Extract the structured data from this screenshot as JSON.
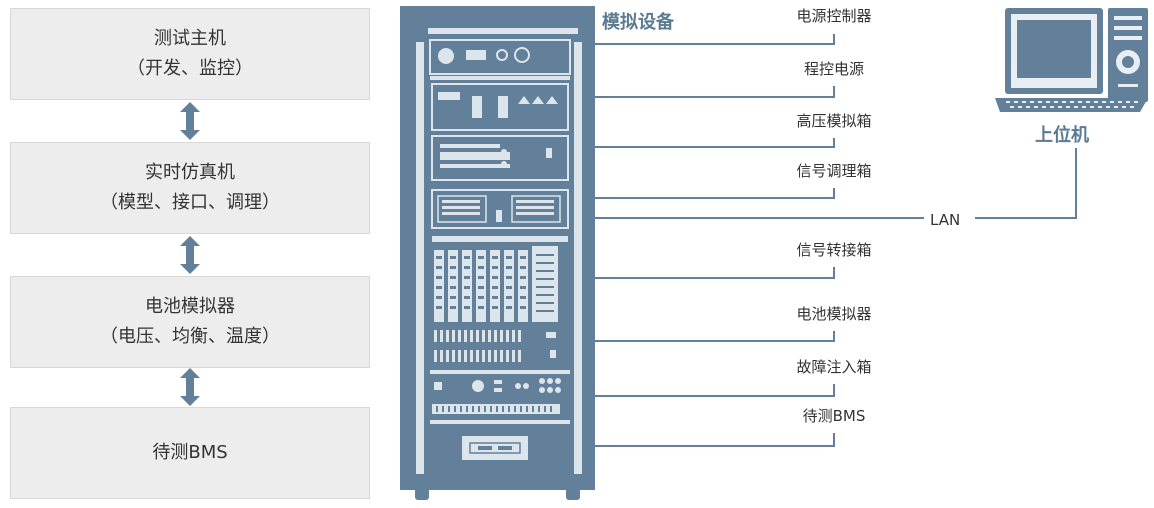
{
  "stack": [
    {
      "lines": [
        "测试主机",
        "（开发、监控）"
      ]
    },
    {
      "lines": [
        "实时仿真机",
        "（模型、接口、调理）"
      ]
    },
    {
      "lines": [
        "电池模拟器",
        "（电压、均衡、温度）"
      ]
    },
    {
      "lines": [
        "待测BMS"
      ]
    }
  ],
  "rack": {
    "title": "模拟设备"
  },
  "devices": [
    "电源控制器",
    "程控电源",
    "高压模拟箱",
    "信号调理箱",
    "信号转接箱",
    "电池模拟器",
    "故障注入箱",
    "待测BMS"
  ],
  "network": {
    "lan_label": "LAN",
    "host_label": "上位机"
  },
  "colors": {
    "rack": "#62809a",
    "wire": "#62809a",
    "box_bg": "#ededed",
    "arrow": "#62809a"
  }
}
